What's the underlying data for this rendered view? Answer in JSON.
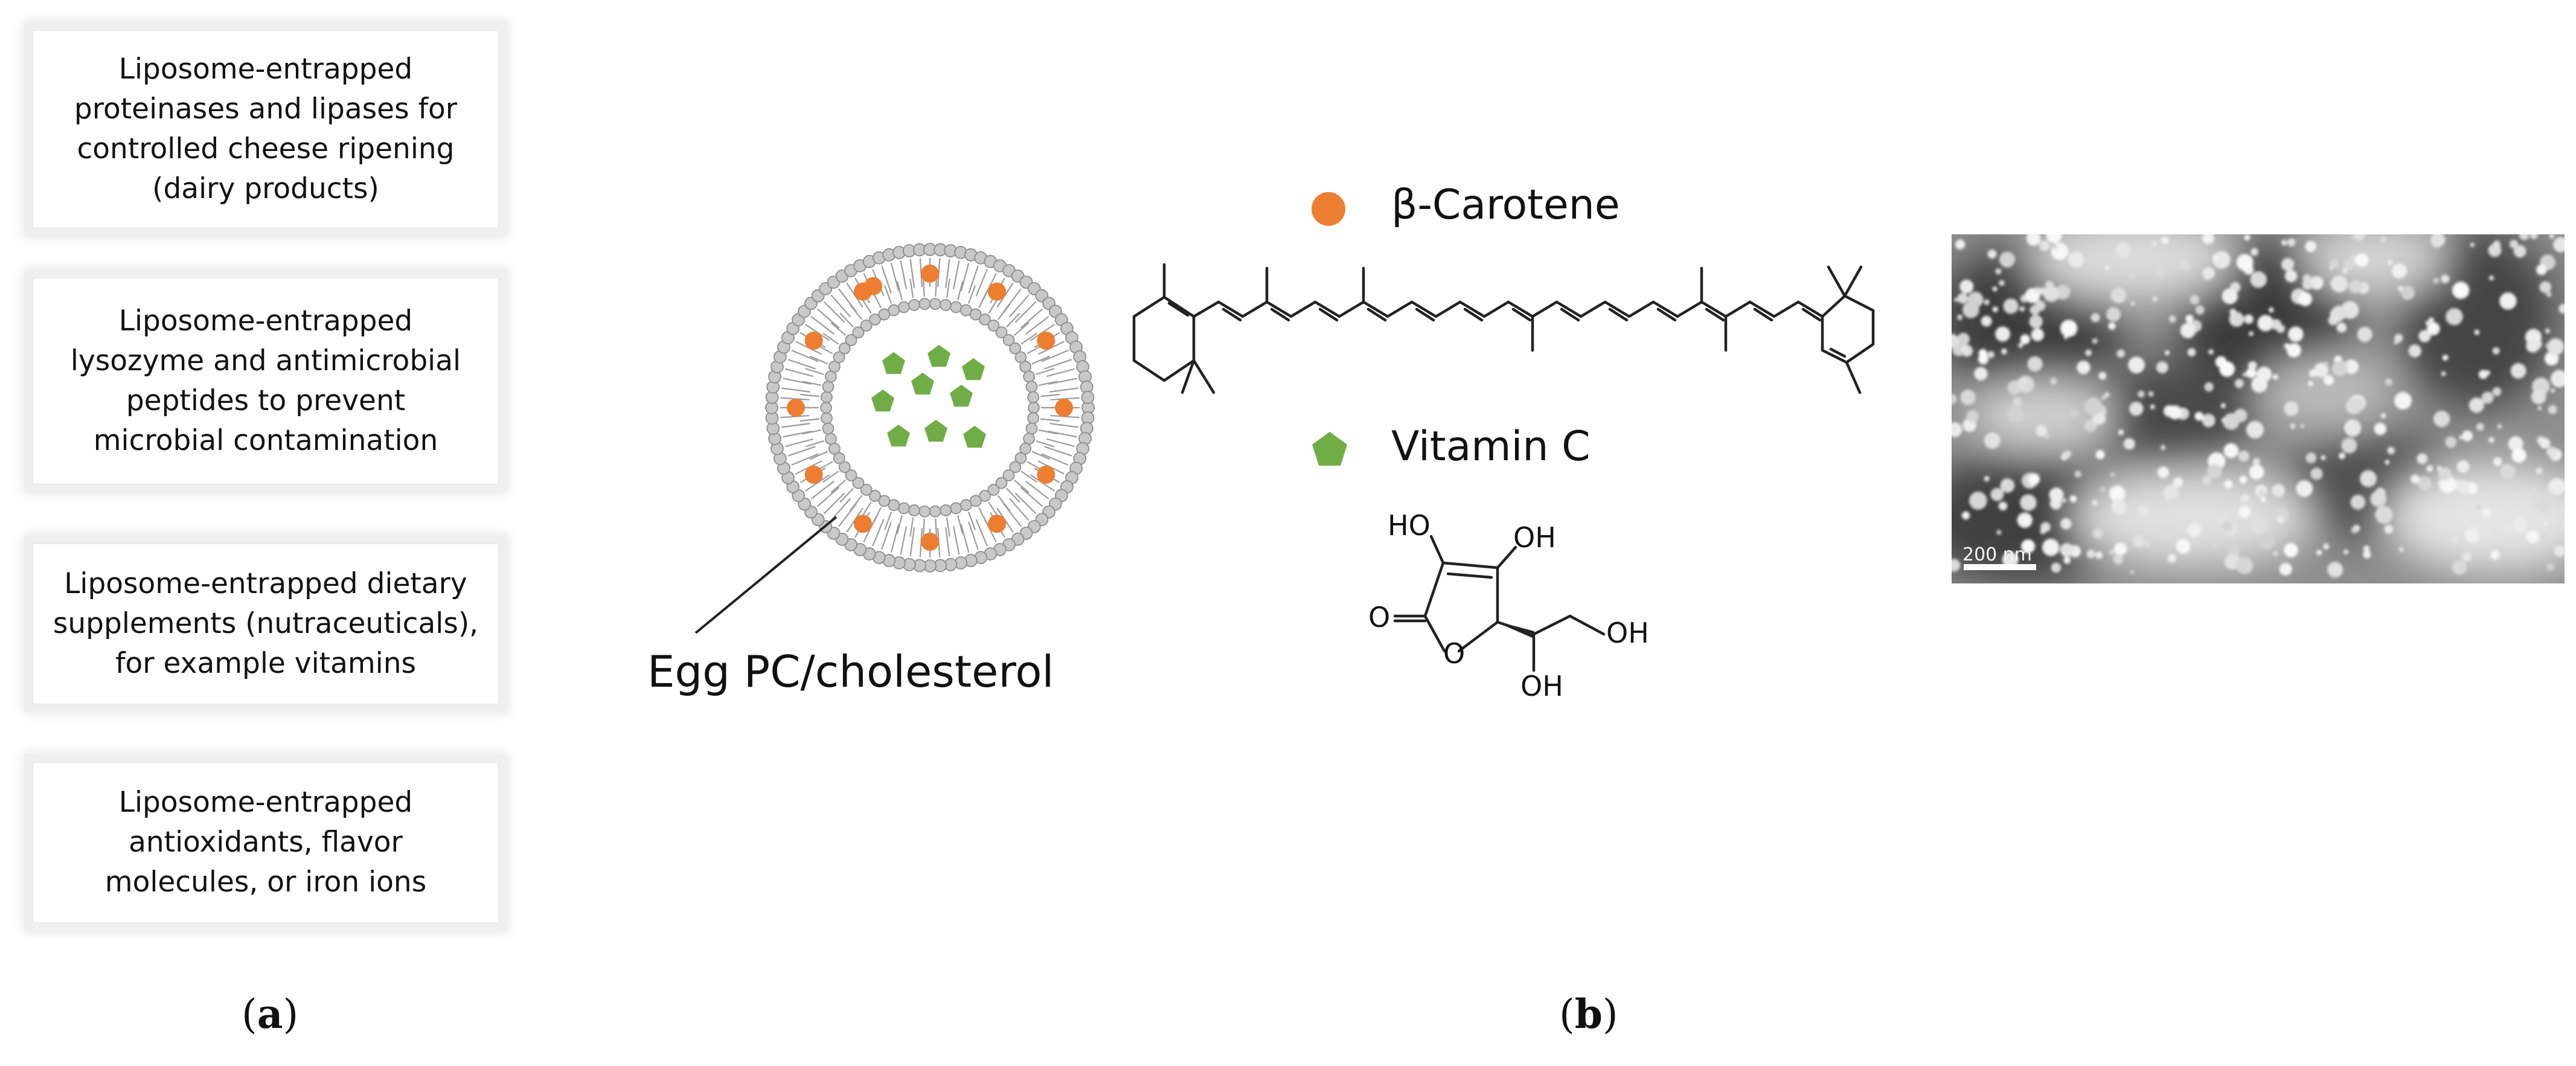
{
  "panel_a": {
    "boxes": [
      {
        "lines": [
          "Liposome-entrapped",
          "proteinases and lipases for",
          "controlled cheese ripening",
          "(dairy products)"
        ]
      },
      {
        "lines": [
          "Liposome-entrapped",
          "lysozyme and antimicrobial",
          "peptides to prevent",
          "microbial contamination"
        ]
      },
      {
        "lines": [
          "Liposome-entrapped dietary",
          "supplements (nutraceuticals),",
          "for example vitamins"
        ]
      },
      {
        "lines": [
          "Liposome-entrapped",
          "antioxidants, flavor",
          "molecules, or iron ions"
        ]
      }
    ],
    "label": {
      "open": "(",
      "letter": "a",
      "close": ")"
    }
  },
  "panel_b": {
    "liposome_label": "Egg PC/cholesterol",
    "legend": {
      "beta_carotene": "β-Carotene",
      "vitamin_c": "Vitamin C"
    },
    "vitamin_c_groups": [
      "HO",
      "OH",
      "O",
      "O",
      "OH",
      "OH"
    ],
    "scale_bar": "200 nm",
    "label": {
      "open": "(",
      "letter": "b",
      "close": ")"
    }
  },
  "colors": {
    "beta_carotene": "#ed7d31",
    "vitamin_c": "#70ad47",
    "bilayer": "#c8c8c8"
  }
}
